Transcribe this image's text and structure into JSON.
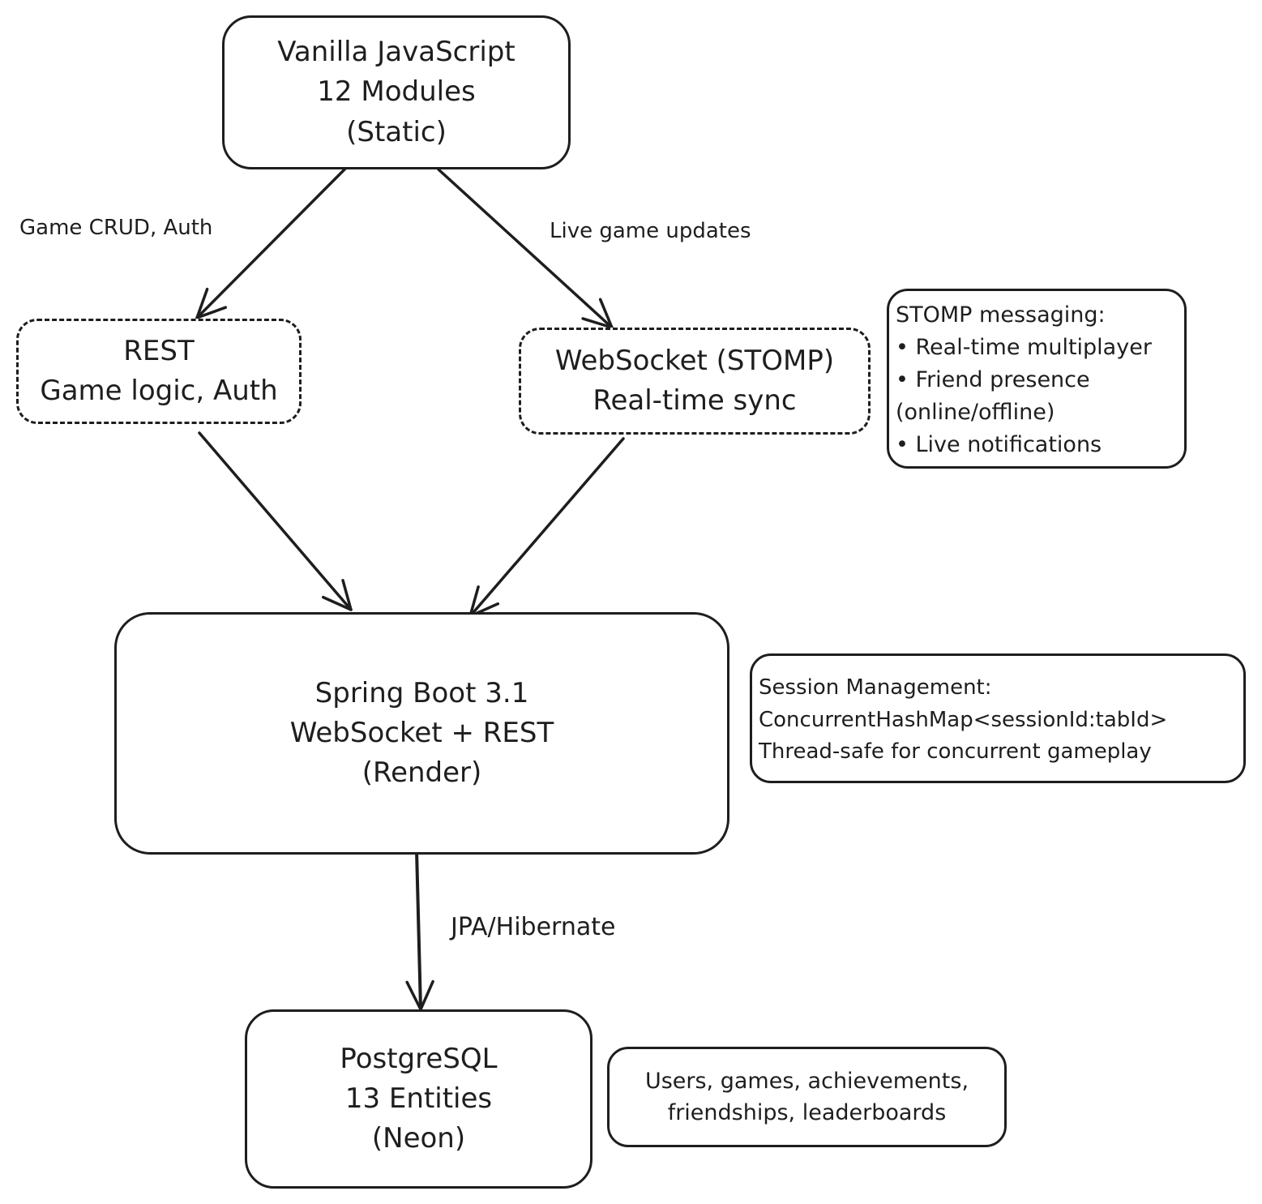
{
  "nodes": {
    "frontend": [
      "Vanilla JavaScript",
      "12 Modules",
      "(Static)"
    ],
    "rest": [
      "REST",
      "Game logic, Auth"
    ],
    "websocket": [
      "WebSocket (STOMP)",
      "Real-time sync"
    ],
    "backend": [
      "Spring Boot 3.1",
      "WebSocket + REST",
      "(Render)"
    ],
    "database": [
      "PostgreSQL",
      "13 Entities",
      "(Neon)"
    ]
  },
  "notes": {
    "stomp": [
      "STOMP messaging:",
      "• Real-time multiplayer",
      "• Friend presence",
      "(online/offline)",
      "• Live notifications"
    ],
    "session": [
      "Session Management:",
      "ConcurrentHashMap<sessionId:tabId>",
      "Thread-safe for concurrent gameplay"
    ],
    "entities": [
      "Users, games, achievements,",
      "friendships, leaderboards"
    ]
  },
  "edge_labels": {
    "frontend_rest": "Game CRUD, Auth",
    "frontend_websocket": "Live game updates",
    "backend_database": "JPA/Hibernate"
  },
  "colors": {
    "stroke": "#1e1e1e",
    "background": "#ffffff"
  }
}
